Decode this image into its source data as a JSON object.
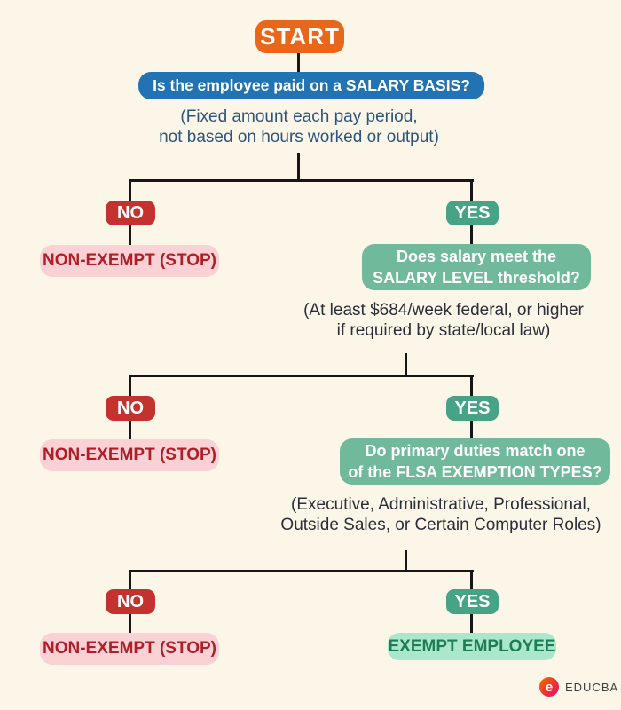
{
  "start_label": "START",
  "questions": {
    "q1": "Is the employee paid on a SALARY BASIS?",
    "q2": [
      "Does salary meet the",
      "SALARY LEVEL threshold?"
    ],
    "q3": [
      "Do primary duties match one",
      "of the FLSA EXEMPTION TYPES?"
    ]
  },
  "notes": {
    "n1": [
      "(Fixed amount each pay period,",
      "not based on hours worked or output)"
    ],
    "n2": [
      "(At least $684/week federal, or higher",
      "if required by state/local law)"
    ],
    "n3": [
      "(Executive, Administrative, Professional,",
      "Outside Sales, or Certain Computer Roles)"
    ]
  },
  "tiers": [
    {
      "no": "NO",
      "yes": "YES",
      "stop": "NON-EXEMPT (STOP)"
    },
    {
      "no": "NO",
      "yes": "YES",
      "stop": "NON-EXEMPT (STOP)"
    },
    {
      "no": "NO",
      "yes": "YES",
      "stop": "NON-EXEMPT (STOP)"
    }
  ],
  "result_exempt": "EXEMPT EMPLOYEE",
  "brand": {
    "name": "EDUCBA",
    "icon_letter": "e"
  },
  "colors": {
    "background": "#fbf6e7",
    "start_orange": "#e8671a",
    "question_blue": "#2173b4",
    "note_blue": "#2a567f",
    "note_dark": "#2b2e38",
    "no_red": "#c4322f",
    "yes_green": "#47a386",
    "question_green": "#70b99b",
    "stop_pink_bg": "#fad2d6",
    "stop_red_text": "#b01f27",
    "exempt_mint_bg": "#abe7cb",
    "exempt_green_text": "#1e7d55",
    "line_black": "#161616",
    "brand_orange": "#f2590d",
    "brand_red": "#e8175d"
  }
}
